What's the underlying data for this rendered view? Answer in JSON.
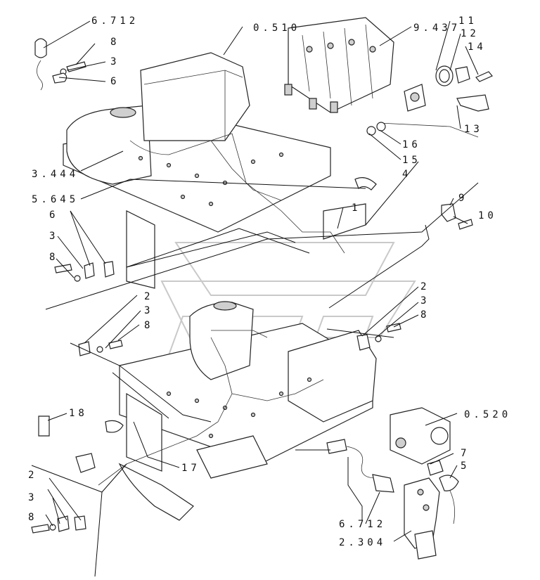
{
  "labels": {
    "l6712a": "6.712",
    "l0510": "0.510",
    "l9437": "9.437",
    "l11": "11",
    "l12": "12",
    "l14": "14",
    "l8a": "8",
    "l3a": "3",
    "l6a": "6",
    "l13": "13",
    "l16": "16",
    "l15": "15",
    "l4": "4",
    "l3444": "3.444",
    "l5645": "5.645",
    "l9": "9",
    "l10": "10",
    "l1": "1",
    "l6b": "6",
    "l3b": "3",
    "l8b": "8",
    "l2a": "2",
    "l3c": "3",
    "l8c": "8",
    "l2b": "2",
    "l3d": "3",
    "l8d": "8",
    "l18": "18",
    "l0520": "0.520",
    "l7": "7",
    "l5": "5",
    "l17": "17",
    "l2c": "2",
    "l3e": "3",
    "l8e": "8",
    "l6712b": "6.712",
    "l2304": "2.304"
  }
}
